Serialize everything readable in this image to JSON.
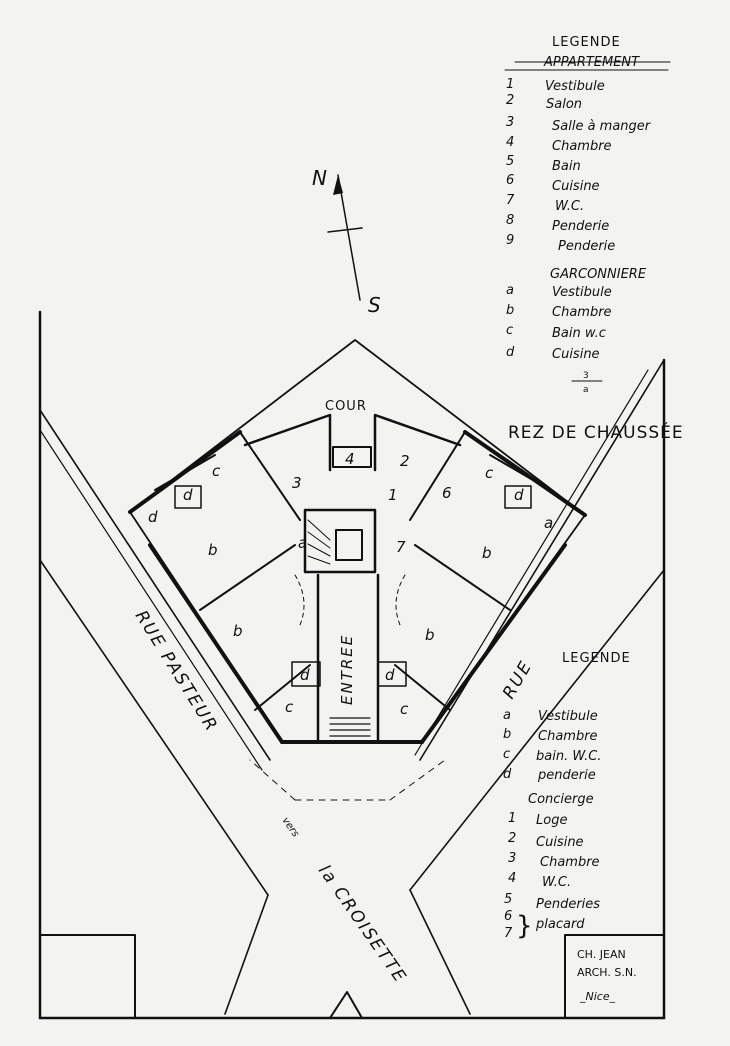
{
  "legend_top": {
    "title": "LEGENDE",
    "appartement": {
      "heading": "APPARTEMENT",
      "items": [
        {
          "key": "1",
          "label": "Vestibule"
        },
        {
          "key": "2",
          "label": "Salon"
        },
        {
          "key": "3",
          "label": "Salle à manger"
        },
        {
          "key": "4",
          "label": "Chambre"
        },
        {
          "key": "5",
          "label": "Bain"
        },
        {
          "key": "6",
          "label": "Cuisine"
        },
        {
          "key": "7",
          "label": "W.C."
        },
        {
          "key": "8",
          "label": "Penderie"
        },
        {
          "key": "9",
          "label": "Penderie"
        }
      ]
    },
    "garconniere": {
      "heading": "GARCONNIERE",
      "items": [
        {
          "key": "a",
          "label": "Vestibule"
        },
        {
          "key": "b",
          "label": "Chambre"
        },
        {
          "key": "c",
          "label": "Bain w.c"
        },
        {
          "key": "d",
          "label": "Cuisine"
        }
      ]
    },
    "fraction": {
      "numerator": "3",
      "denominator": "a"
    }
  },
  "floor_title": "REZ DE CHAUSSÉE",
  "compass": {
    "north": "N",
    "south": "S"
  },
  "court_label": "COUR",
  "entrance_label": "ENTREE",
  "streets": {
    "left": "RUE PASTEUR",
    "right": "RUE",
    "bottom_small": "vers",
    "bottom": "la CROISETTE"
  },
  "rooms": {
    "a": "a",
    "b": "b",
    "c": "c",
    "d": "d",
    "n1": "1",
    "n2": "2",
    "n3": "3",
    "n4": "4",
    "n6": "6",
    "n7": "7"
  },
  "legend_bottom": {
    "title": "LEGENDE",
    "items": [
      {
        "key": "a",
        "label": "Vestibule"
      },
      {
        "key": "b",
        "label": "Chambre"
      },
      {
        "key": "c",
        "label": "bain. W.C."
      },
      {
        "key": "d",
        "label": "penderie"
      }
    ],
    "concierge": {
      "heading": "Concierge",
      "items": [
        {
          "key": "1",
          "label": "Loge"
        },
        {
          "key": "2",
          "label": "Cuisine"
        },
        {
          "key": "3",
          "label": "Chambre"
        },
        {
          "key": "4",
          "label": "W.C."
        }
      ],
      "group": {
        "keys": [
          "5",
          "6",
          "7"
        ],
        "line1": "Penderies",
        "line2": "placard"
      }
    }
  },
  "architect": {
    "line1": "CH. JEAN",
    "line2": "ARCH. S.N.",
    "line3": "_Nice_"
  }
}
